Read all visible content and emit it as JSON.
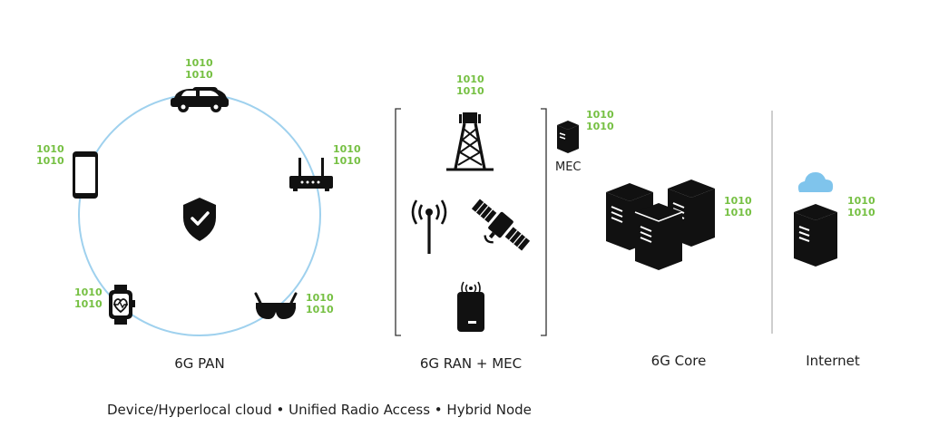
{
  "colors": {
    "accent_green": "#76c043",
    "ring_blue": "#9fd1ee",
    "cloud_blue": "#7fc4ec",
    "icon_dark": "#111111",
    "divider": "#bdbdbd"
  },
  "binary_label": [
    "1010",
    "1010"
  ],
  "sections": {
    "pan": "6G PAN",
    "ran": "6G RAN + MEC",
    "core": "6G Core",
    "internet": "Internet"
  },
  "mec_label": "MEC",
  "footer": "Device/Hyperlocal cloud • Unified Radio Access • Hybrid Node",
  "icons": {
    "car": "car-icon",
    "router": "router-icon",
    "phone": "smartphone-icon",
    "shield": "shield-check-icon",
    "watch": "smartwatch-icon",
    "glasses": "smart-glasses-icon",
    "tower": "cell-tower-icon",
    "antenna": "antenna-icon",
    "satellite": "satellite-icon",
    "hotspot": "hotspot-icon",
    "mec_server": "server-icon",
    "core_servers": "server-cluster-icon",
    "cloud": "cloud-icon",
    "internet_server": "server-icon"
  }
}
